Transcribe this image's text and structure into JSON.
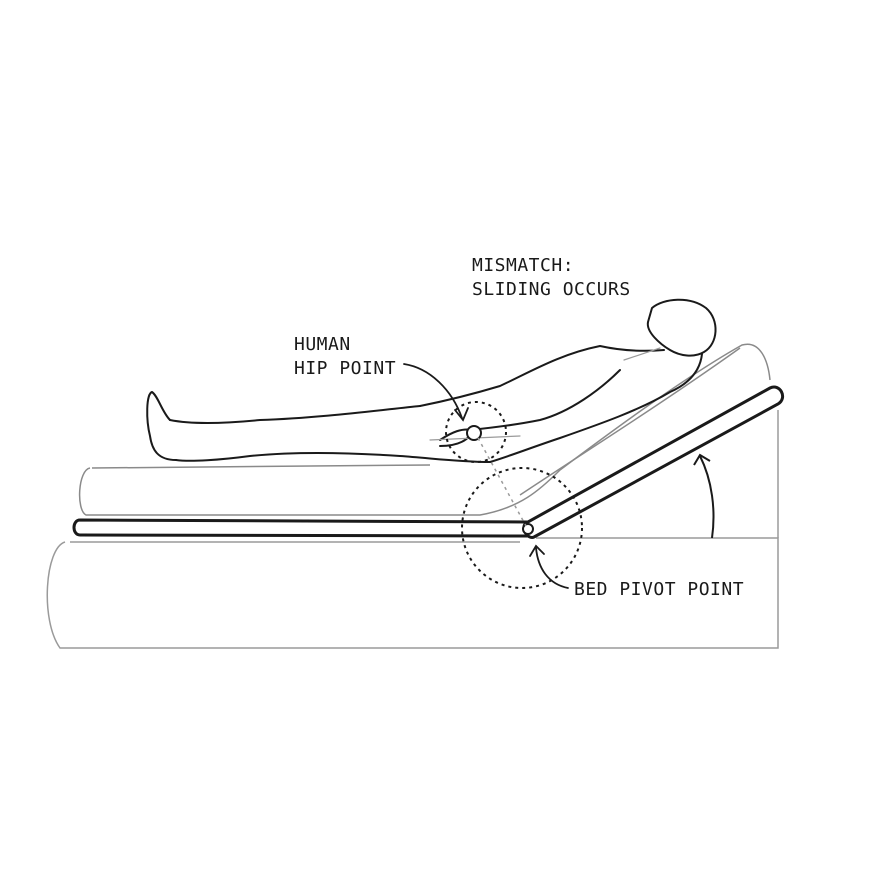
{
  "labels": {
    "mismatch": [
      "MISMATCH:",
      "SLIDING OCCURS"
    ],
    "hip_point": [
      "HUMAN",
      "HIP POINT"
    ],
    "pivot_point": "BED PIVOT POINT"
  },
  "colors": {
    "ink": "#1a1a1a",
    "light_ink": "#9a9a9a",
    "background": "#ffffff"
  }
}
